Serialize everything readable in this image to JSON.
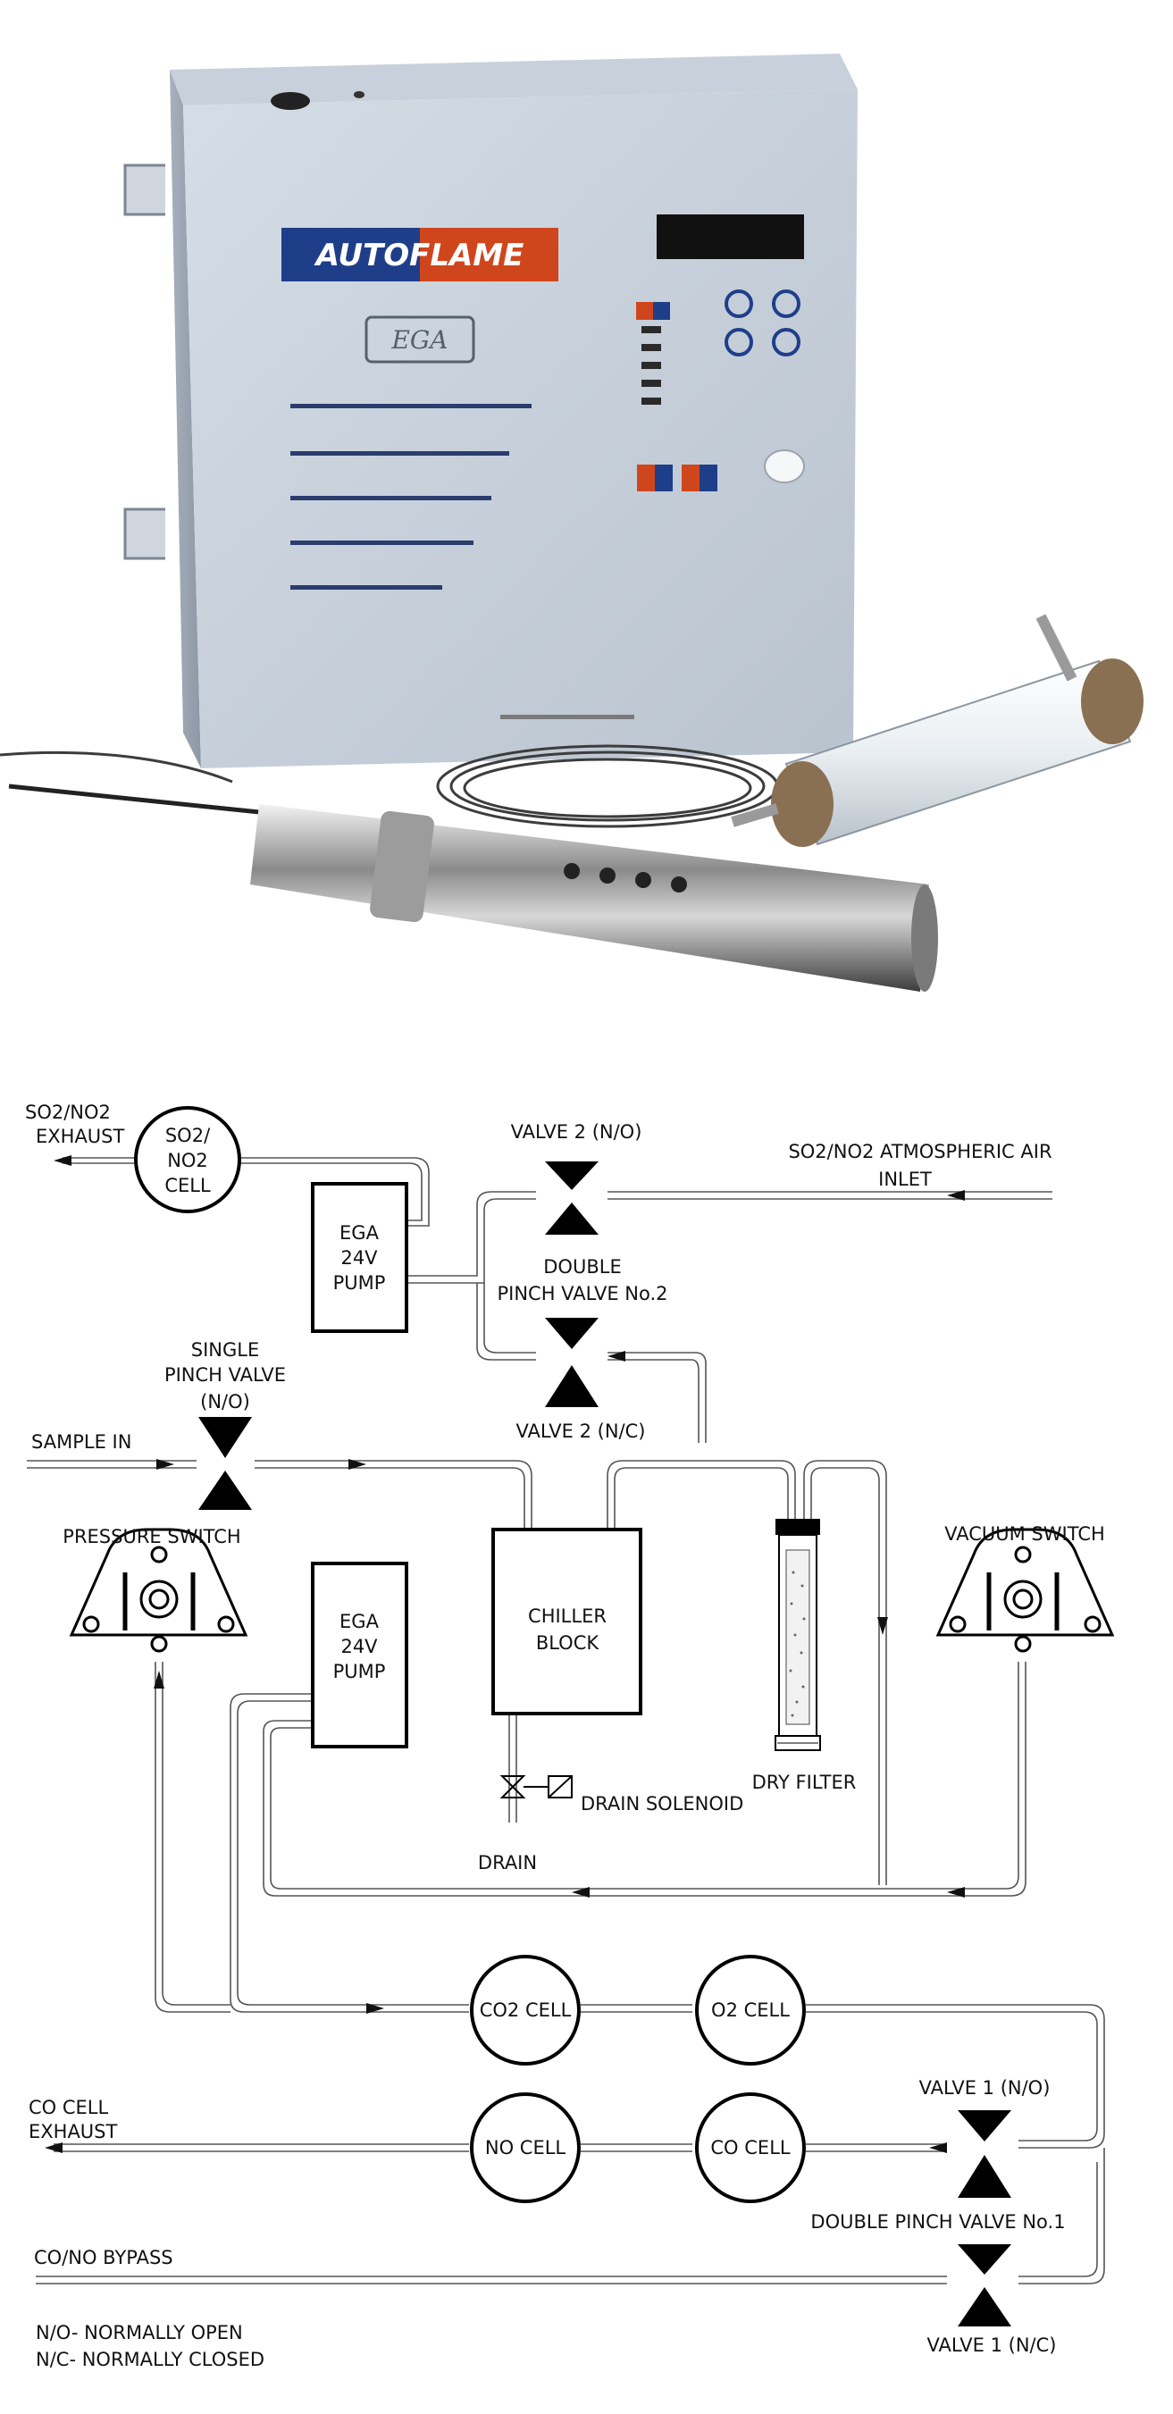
{
  "product": {
    "brand_logo": "AUTOFLAME",
    "model_badge": "EGA"
  },
  "diagram": {
    "components": {
      "so2_no2_cell": [
        "SO2/",
        "NO2",
        "CELL"
      ],
      "pump_top": [
        "EGA",
        "24V",
        "PUMP"
      ],
      "pump_bottom": [
        "EGA",
        "24V",
        "PUMP"
      ],
      "chiller_block": [
        "CHILLER",
        "BLOCK"
      ],
      "co2_cell": "CO2 CELL",
      "o2_cell": "O2 CELL",
      "no_cell": "NO CELL",
      "co_cell": "CO CELL",
      "pressure_switch": "PRESSURE SWITCH",
      "vacuum_switch": "VACUUM SWITCH",
      "dry_filter": "DRY FILTER",
      "drain_solenoid": "DRAIN SOLENOID",
      "drain": "DRAIN"
    },
    "labels": {
      "so2_no2_exhaust": [
        "SO2/NO2",
        "EXHAUST"
      ],
      "valve2_no": "VALVE 2 (N/O)",
      "atmospheric_inlet": [
        "SO2/NO2 ATMOSPHERIC AIR",
        "INLET"
      ],
      "double_pinch_2": [
        "DOUBLE",
        "PINCH VALVE No.2"
      ],
      "valve2_nc": "VALVE 2 (N/C)",
      "single_pinch": [
        "SINGLE",
        "PINCH VALVE",
        "(N/O)"
      ],
      "sample_in": "SAMPLE IN",
      "co_cell_exhaust": [
        "CO CELL",
        "EXHAUST"
      ],
      "valve1_no": "VALVE 1 (N/O)",
      "double_pinch_1": "DOUBLE PINCH VALVE No.1",
      "co_no_bypass": "CO/NO BYPASS",
      "valve1_nc": "VALVE 1 (N/C)"
    },
    "legend": [
      "N/O- NORMALLY OPEN",
      "N/C- NORMALLY CLOSED"
    ]
  }
}
